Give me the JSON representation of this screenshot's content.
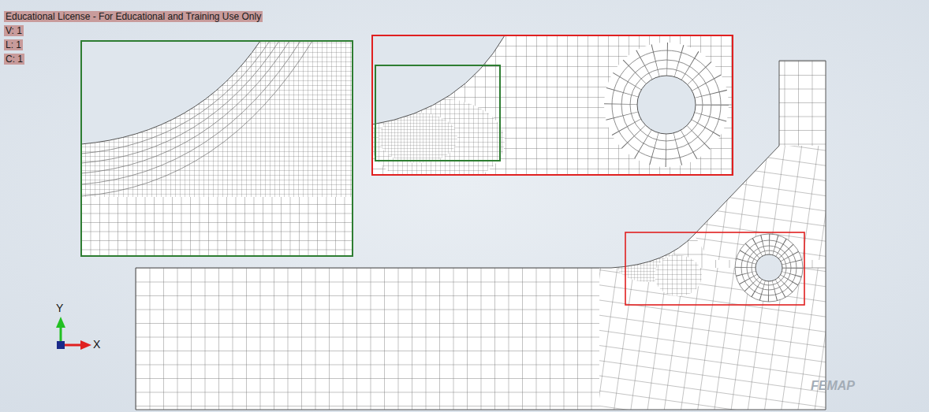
{
  "diagram": {
    "labels": [
      "Educational License - For Educational and Training Use Only",
      "V: 1",
      "L: 1",
      "C: 1",
      "Y",
      "X",
      "FEMAP"
    ]
  }
}
